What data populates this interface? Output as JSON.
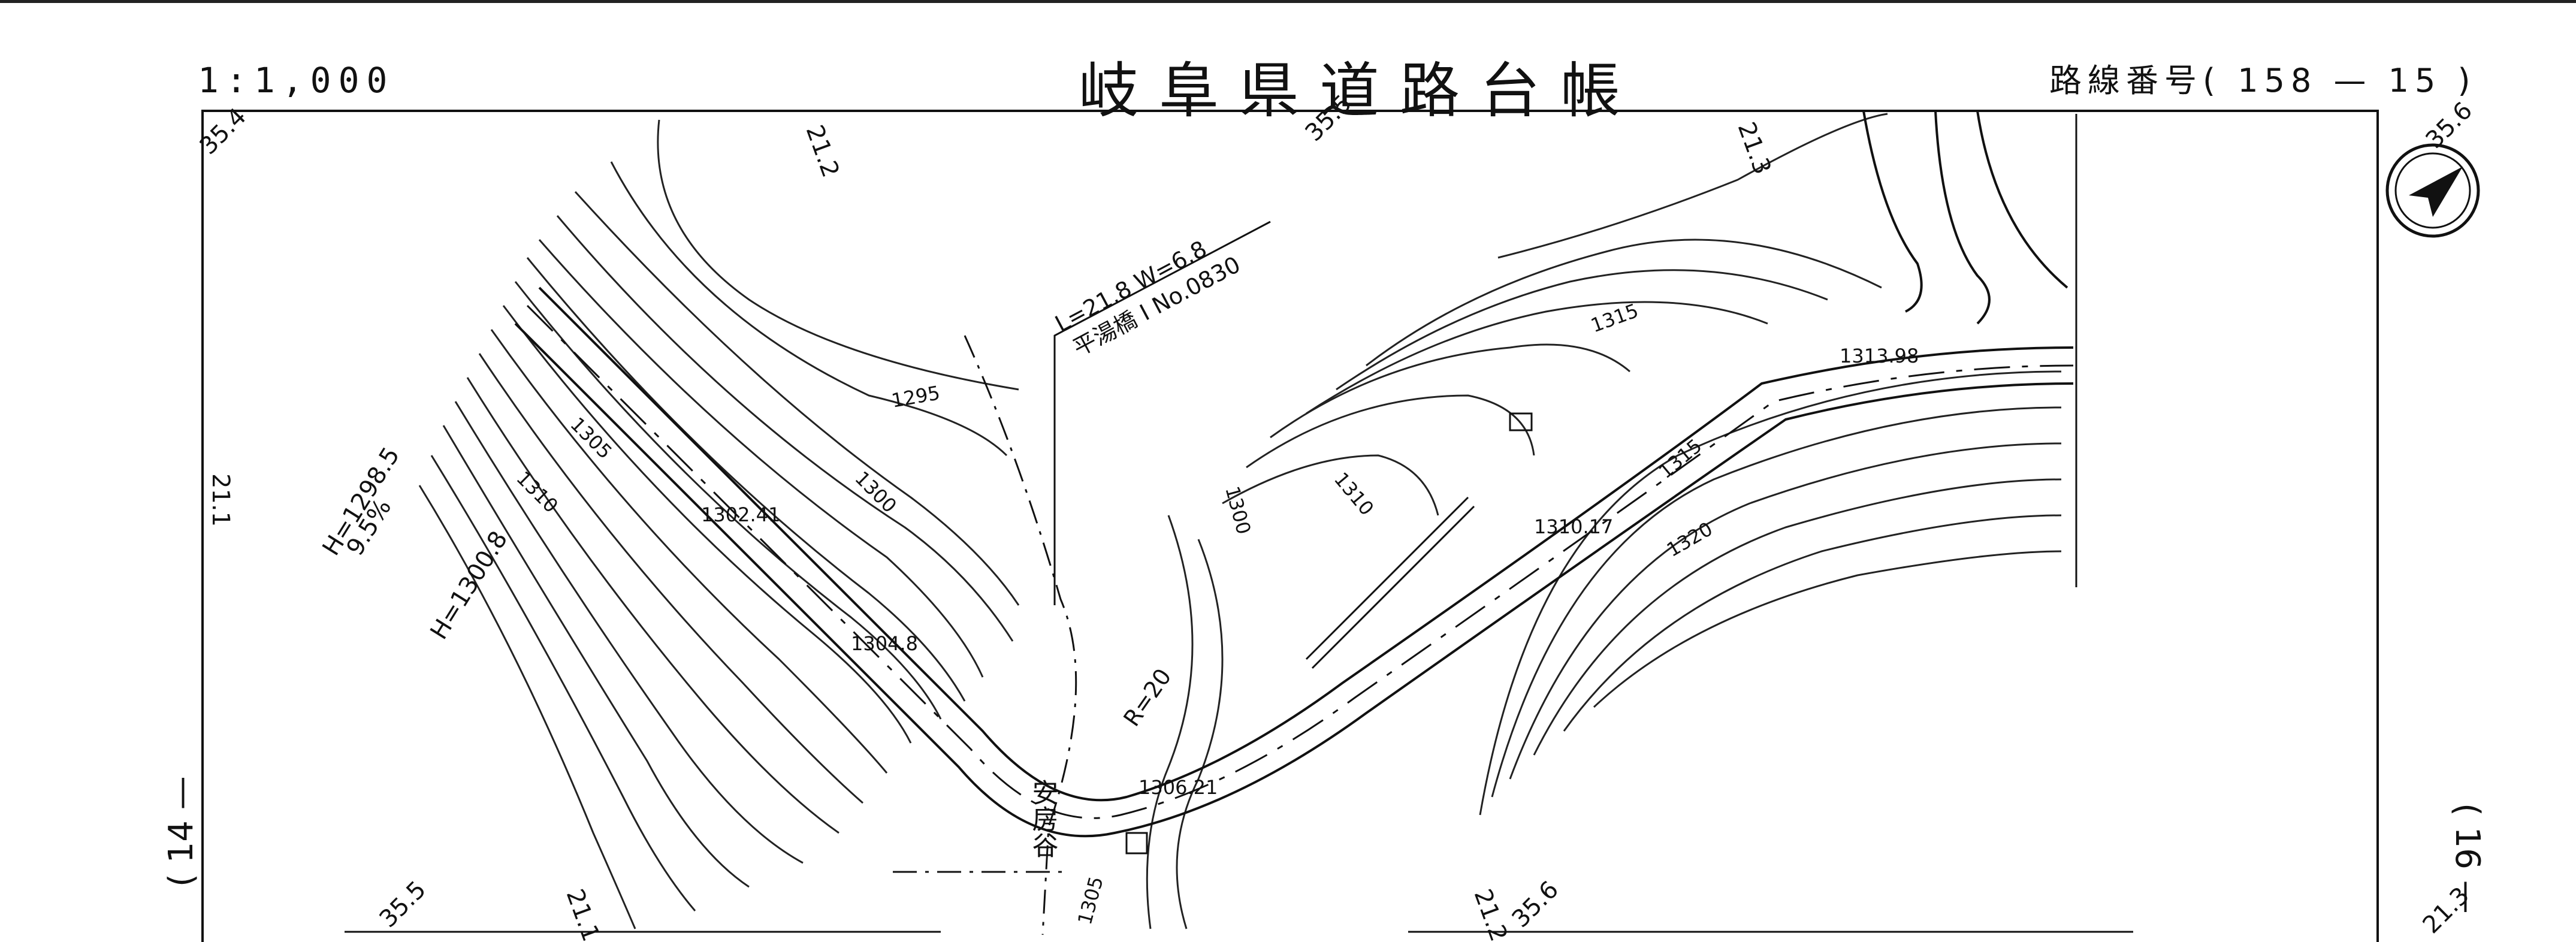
{
  "header": {
    "scale": "1:1,000",
    "title": "岐阜県道路台帳",
    "route_label": "路線番号",
    "route_value": "( 158 — 15 )"
  },
  "sheets": {
    "left": "( 14 —",
    "right": "( 16 —"
  },
  "grid_labels": [
    "35.4",
    "21.2",
    "35.5",
    "21.3",
    "35.6",
    "21.1",
    "35.5",
    "21.1",
    "21.2",
    "35.6",
    "21.3"
  ],
  "bridge": {
    "dimensions": "L=21.8  W=6.8",
    "name": "平湯橋 I No.0830"
  },
  "elevations": [
    "1302.41",
    "1304.8",
    "1306.21",
    "1310.17",
    "1313.98"
  ],
  "heights": [
    "H=1298.5",
    "9.5%",
    "H=1300.8"
  ],
  "contours": [
    "1295",
    "1300",
    "1305",
    "1310",
    "1300",
    "1310",
    "1315",
    "1315",
    "1320",
    "1305"
  ],
  "curve_radius": "R=20",
  "place_name": "安房谷",
  "icons": {
    "north_arrow": "north-arrow-icon"
  }
}
